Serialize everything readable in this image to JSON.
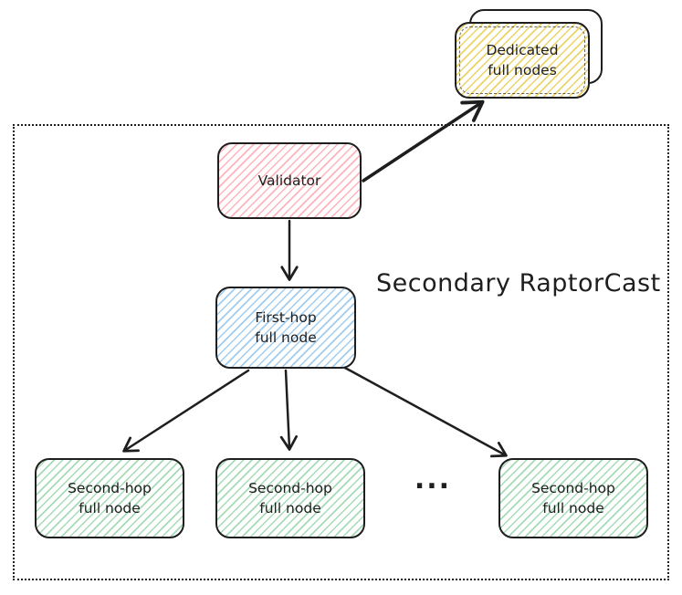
{
  "diagram": {
    "region_label": "Secondary RaptorCast",
    "ellipsis": "...",
    "stroke_color": "#1e1e1e",
    "nodes": {
      "dedicated": {
        "label": "Dedicated\nfull nodes",
        "accent_color": "#e4c432",
        "fill_style": "hachure",
        "border": "double-stacked, dashed inner"
      },
      "validator": {
        "label": "Validator",
        "accent_color": "#ff8a94",
        "fill_style": "hachure"
      },
      "first_hop": {
        "label": "First-hop\nfull node",
        "accent_color": "#60aae6",
        "fill_style": "hachure"
      },
      "second_hop_1": {
        "label": "Second-hop\nfull node",
        "accent_color": "#5abe78",
        "fill_style": "hachure"
      },
      "second_hop_2": {
        "label": "Second-hop\nfull node",
        "accent_color": "#5abe78",
        "fill_style": "hachure"
      },
      "second_hop_3": {
        "label": "Second-hop\nfull node",
        "accent_color": "#5abe78",
        "fill_style": "hachure"
      }
    },
    "edges": [
      {
        "from": "validator",
        "to": "dedicated",
        "style": "thick-arrow"
      },
      {
        "from": "validator",
        "to": "first_hop",
        "style": "arrow"
      },
      {
        "from": "first_hop",
        "to": "second_hop_1",
        "style": "arrow"
      },
      {
        "from": "first_hop",
        "to": "second_hop_2",
        "style": "arrow"
      },
      {
        "from": "first_hop",
        "to": "second_hop_3",
        "style": "arrow"
      }
    ]
  }
}
